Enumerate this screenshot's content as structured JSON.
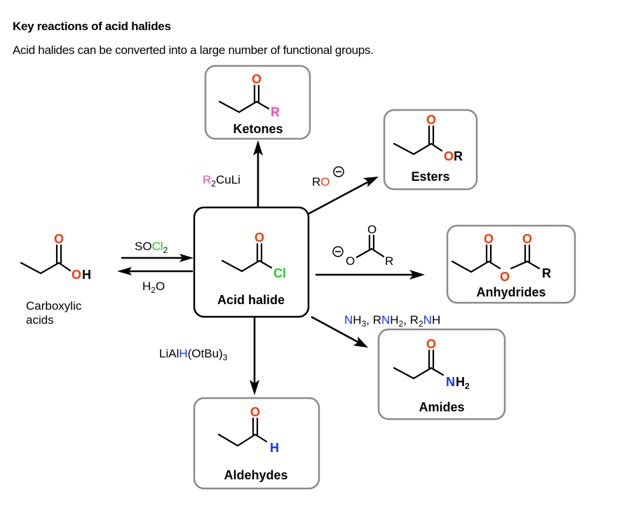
{
  "header": {
    "title": "Key reactions of acid halides",
    "subtitle": "Acid halides can be converted into a large number of functional groups."
  },
  "colors": {
    "oxygen": "#ff3300",
    "chlorine": "#22cc22",
    "nitrogen": "#1133ff",
    "hydride": "#1133ff",
    "r_group": "#ff44bb",
    "box_border": "#8a8a8a",
    "main_box_border": "#000000"
  },
  "center": {
    "name": "Acid halide",
    "atoms": {
      "carbonyl_o": "O",
      "halogen": "Cl"
    }
  },
  "starting_material": {
    "name_line1": "Carboxylic",
    "name_line2": "acids",
    "atoms": {
      "carbonyl_o": "O",
      "hydroxyl_o": "O",
      "hydroxyl_h": "H"
    }
  },
  "reagents": {
    "forward": {
      "main": "SOCl",
      "colored": "Cl",
      "prefix": "SO",
      "sub": "2"
    },
    "reverse": {
      "h": "H",
      "sub": "2",
      "o": "O"
    },
    "ketone": {
      "r": "R",
      "sub": "2",
      "rest": "CuLi"
    },
    "ester": {
      "r": "R",
      "o": "O",
      "charge": "⊖"
    },
    "anhydride": {
      "charge": "⊖",
      "o": "O",
      "carbonyl_o": "O",
      "r": "R"
    },
    "amide": {
      "n1": "N",
      "h3": "H",
      "sub3": "3",
      "sep1": ", R",
      "n2": "N",
      "h2": "H",
      "sub2": "2",
      "sep2": ", R",
      "sub_r2": "2",
      "n3": "N",
      "h": "H"
    },
    "aldehyde": {
      "prefix": "LiAl",
      "h": "H",
      "suffix": "(OtBu)",
      "sub": "3"
    }
  },
  "products": [
    {
      "id": "ketones",
      "name": "Ketones",
      "atoms": {
        "o": "O",
        "r": "R"
      }
    },
    {
      "id": "esters",
      "name": "Esters",
      "atoms": {
        "o": "O",
        "or_o": "O",
        "or_r": "R"
      }
    },
    {
      "id": "anhydrides",
      "name": "Anhydrides",
      "atoms": {
        "o1": "O",
        "o2": "O",
        "o_bridge": "O",
        "r": "R"
      }
    },
    {
      "id": "amides",
      "name": "Amides",
      "atoms": {
        "o": "O",
        "n": "N",
        "h": "H",
        "sub": "2"
      }
    },
    {
      "id": "aldehydes",
      "name": "Aldehydes",
      "atoms": {
        "o": "O",
        "h": "H"
      }
    }
  ]
}
